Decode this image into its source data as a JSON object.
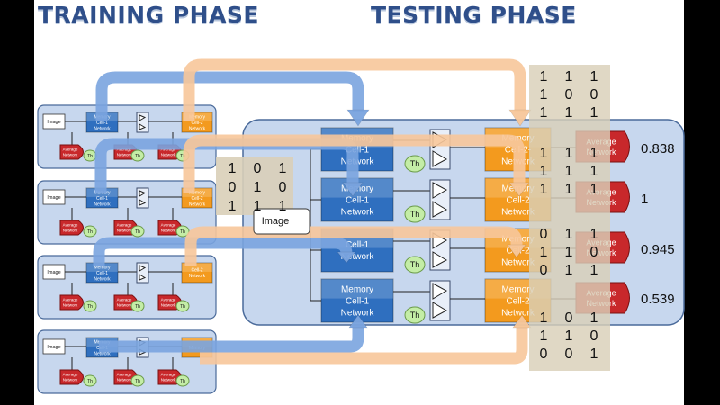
{
  "titles": {
    "training": "TRAINING PHASE",
    "testing": "TESTING PHASE"
  },
  "labels": {
    "image": "Image",
    "memory_cell_1": [
      "Memory",
      "Cell-1",
      "Network"
    ],
    "memory_cell_2": [
      "Memory",
      "Cell-2",
      "Network"
    ],
    "average_network": [
      "Average",
      "Network"
    ],
    "threshold": "Th"
  },
  "training_panels": [
    {
      "orange_label": [
        "Memory",
        "Cell-2",
        "Network"
      ]
    },
    {
      "orange_label": [
        "Memory",
        "Cell-2",
        "Network"
      ]
    },
    {
      "orange_label": [
        "Cell-2",
        "Network"
      ]
    },
    {
      "orange_label": [
        "Memory"
      ]
    }
  ],
  "input_matrix": {
    "rows": [
      [
        "1",
        "0",
        "1"
      ],
      [
        "0",
        "1",
        "0"
      ],
      [
        "1",
        "1",
        "1"
      ]
    ],
    "caption": "Image"
  },
  "testing_rows": [
    {
      "memory_cell_1": [
        "Memory",
        "Cell-1",
        "Network"
      ],
      "memory_cell_2": [
        "Memory",
        "Cell-2-",
        "Network"
      ],
      "score": "0.838"
    },
    {
      "memory_cell_1": [
        "Memory",
        "Cell-1",
        "Network"
      ],
      "memory_cell_2": [
        "Memory",
        "Cell-2",
        "Network"
      ],
      "score": "1"
    },
    {
      "memory_cell_1": [
        "Cell-1",
        "Network"
      ],
      "memory_cell_2": [
        "Memory",
        "Cell-2",
        "Network"
      ],
      "score": "0.945"
    },
    {
      "memory_cell_1": [
        "Memory",
        "Cell-1",
        "Network"
      ],
      "memory_cell_2": [
        "Memory",
        "Cell-2",
        "Network"
      ],
      "score": "0.539"
    }
  ],
  "output_matrices": [
    {
      "rows": [
        [
          "1",
          "1",
          "1"
        ],
        [
          "1",
          "0",
          "0"
        ],
        [
          "1",
          "1",
          "1"
        ]
      ]
    },
    {
      "rows": [
        [
          "1",
          "1",
          "1"
        ],
        [
          "1",
          "1",
          "1"
        ],
        [
          "1",
          "1",
          "1"
        ]
      ]
    },
    {
      "rows": [
        [
          "0",
          "1",
          "1"
        ],
        [
          "1",
          "1",
          "0"
        ],
        [
          "0",
          "1",
          "1"
        ]
      ]
    },
    {
      "rows": [
        [
          "1",
          "0",
          "1"
        ],
        [
          "1",
          "1",
          "0"
        ],
        [
          "0",
          "0",
          "1"
        ]
      ]
    }
  ],
  "colors": {
    "title": "#2f4f8a",
    "panel_fill": "#c7d7ee",
    "panel_stroke": "#4a6a9a",
    "memory_cell_1": "#2f6fbf",
    "memory_cell_2": "#f39a1e",
    "average_network": "#c8282b",
    "threshold": "#c4eda6",
    "blue_arrow": "#7aa4df",
    "orange_arrow": "#f7c79a",
    "matrix_bg": "#d9cfb8"
  }
}
